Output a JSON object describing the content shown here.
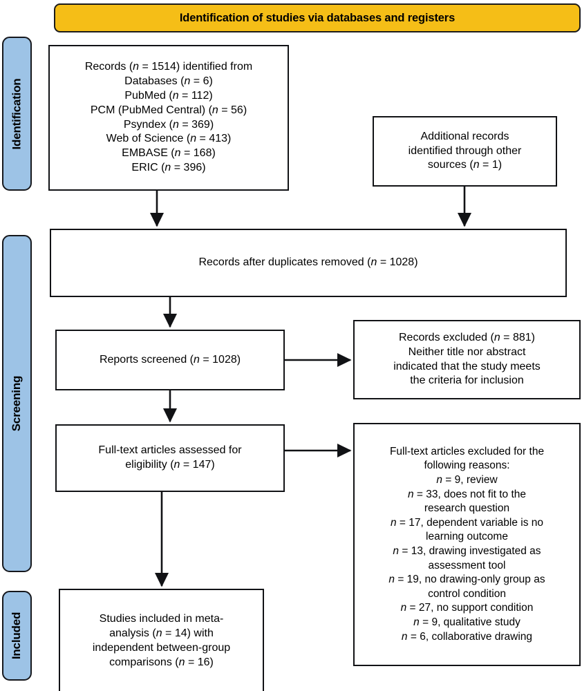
{
  "banner": {
    "title": "Identification of studies via databases and registers",
    "color": "#F5BE17"
  },
  "phases": [
    {
      "label": "Identification"
    },
    {
      "label": "Screening"
    },
    {
      "label": "Included"
    }
  ],
  "phase_color": "#9DC3E6",
  "boxes": {
    "records_identified": {
      "lines": [
        "Records (n = 1514) identified from",
        "Databases (n = 6)",
        "PubMed (n = 112)",
        "PCM (PubMed Central) (n = 56)",
        "Psyndex (n = 369)",
        "Web of Science (n = 413)",
        "EMBASE (n = 168)",
        "ERIC (n = 396)"
      ]
    },
    "additional_records": {
      "lines": [
        "Additional records",
        "identified through other",
        "sources (n = 1)"
      ]
    },
    "duplicates_removed": {
      "lines": [
        "Records after duplicates removed (n = 1028)"
      ]
    },
    "reports_screened": {
      "lines": [
        "Reports screened (n = 1028)"
      ]
    },
    "records_excluded": {
      "lines": [
        "Records excluded (n = 881)",
        "Neither title nor abstract",
        "indicated that the study meets",
        "the criteria for inclusion"
      ]
    },
    "fulltext_assessed": {
      "lines": [
        "Full-text articles assessed for",
        "eligibility (n = 147)"
      ]
    },
    "fulltext_excluded": {
      "lines": [
        "Full-text articles excluded for the",
        "following reasons:",
        "n = 9, review",
        "n = 33, does not fit to the",
        "research question",
        "n = 17, dependent variable is no",
        "learning outcome",
        "n = 13, drawing investigated as",
        "assessment tool",
        "n = 19, no drawing-only group as",
        "control condition",
        "n = 27, no support condition",
        "n = 9, qualitative study",
        "n = 6, collaborative drawing"
      ]
    },
    "studies_included": {
      "lines": [
        "Studies included in meta-",
        "analysis (n = 14) with",
        "independent between-group",
        "comparisons (n = 16)"
      ]
    }
  },
  "counts": {
    "records_identified_total": 1514,
    "databases": 6,
    "pubmed": 112,
    "pmc": 56,
    "psyndex": 369,
    "web_of_science": 413,
    "embase": 168,
    "eric": 396,
    "additional_records": 1,
    "after_duplicates": 1028,
    "reports_screened": 1028,
    "records_excluded": 881,
    "fulltext_assessed": 147,
    "excluded_review": 9,
    "excluded_not_fit_research_question": 33,
    "excluded_dv_not_learning_outcome": 17,
    "excluded_drawing_as_assessment": 13,
    "excluded_no_drawing_only_group": 19,
    "excluded_no_support_condition": 27,
    "excluded_qualitative": 9,
    "excluded_collaborative_drawing": 6,
    "studies_included": 14,
    "between_group_comparisons": 16
  }
}
